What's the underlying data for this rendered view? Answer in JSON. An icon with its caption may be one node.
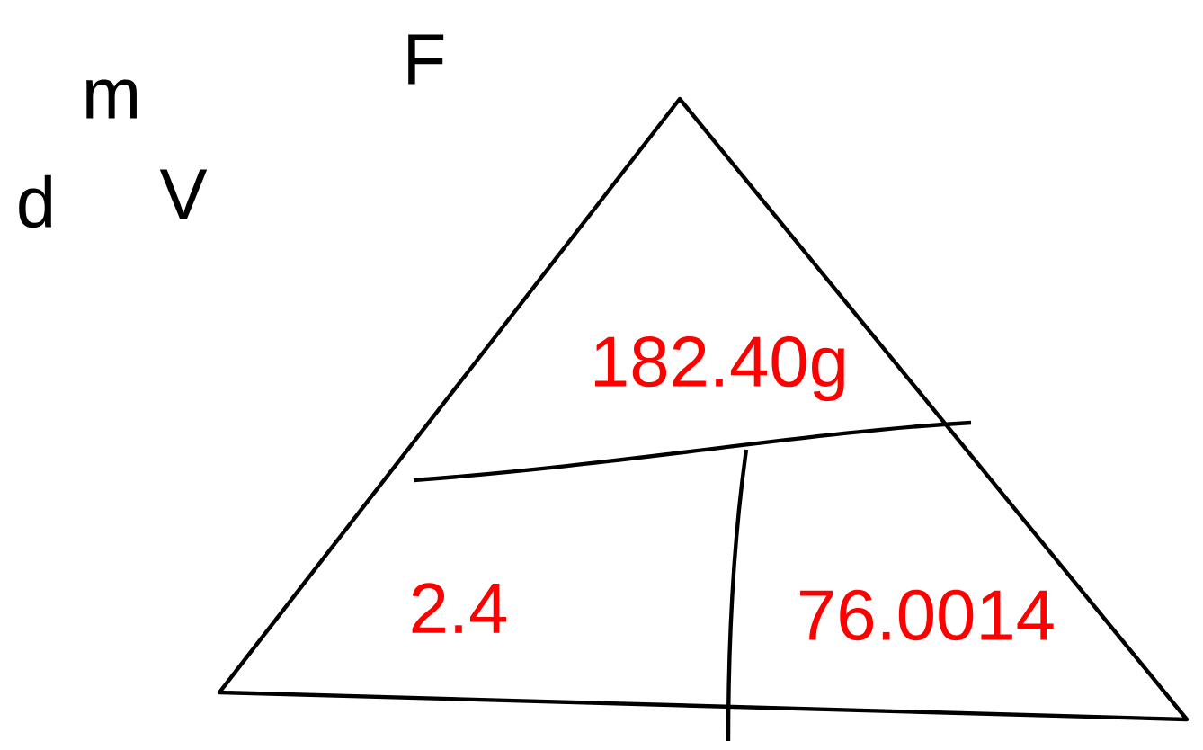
{
  "diagram": {
    "nodes": [
      {
        "text": [
          "182.40g",
          "2.4",
          "76.0014"
        ]
      }
    ],
    "labels": [
      "m",
      "F",
      "d",
      "V"
    ]
  }
}
